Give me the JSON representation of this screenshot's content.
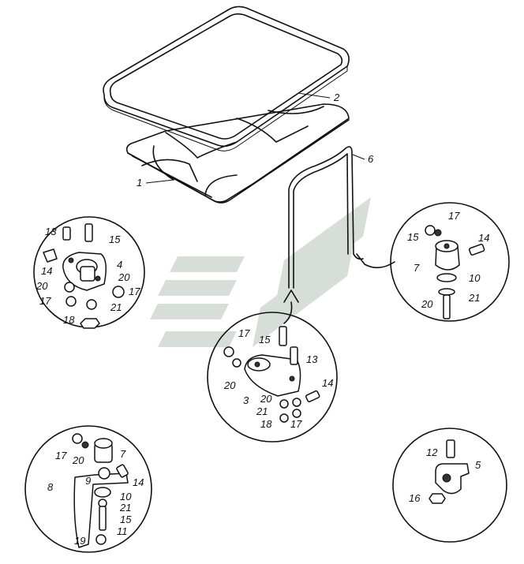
{
  "callouts": {
    "main": [
      "1",
      "2",
      "6"
    ],
    "bottom_center": [
      "3",
      "13",
      "14",
      "15",
      "17",
      "18",
      "20",
      "21"
    ],
    "top_left": [
      "4",
      "13",
      "14",
      "15",
      "17",
      "18",
      "20",
      "21"
    ],
    "top_right": [
      "7",
      "10",
      "14",
      "15",
      "17",
      "20",
      "21"
    ],
    "bottom_left": [
      "7",
      "8",
      "9",
      "10",
      "11",
      "14",
      "15",
      "17",
      "19",
      "20",
      "21"
    ],
    "bottom_right": [
      "5",
      "12",
      "16"
    ]
  },
  "colors": {
    "line": "#111111",
    "watermark": "#d7ddd7"
  }
}
